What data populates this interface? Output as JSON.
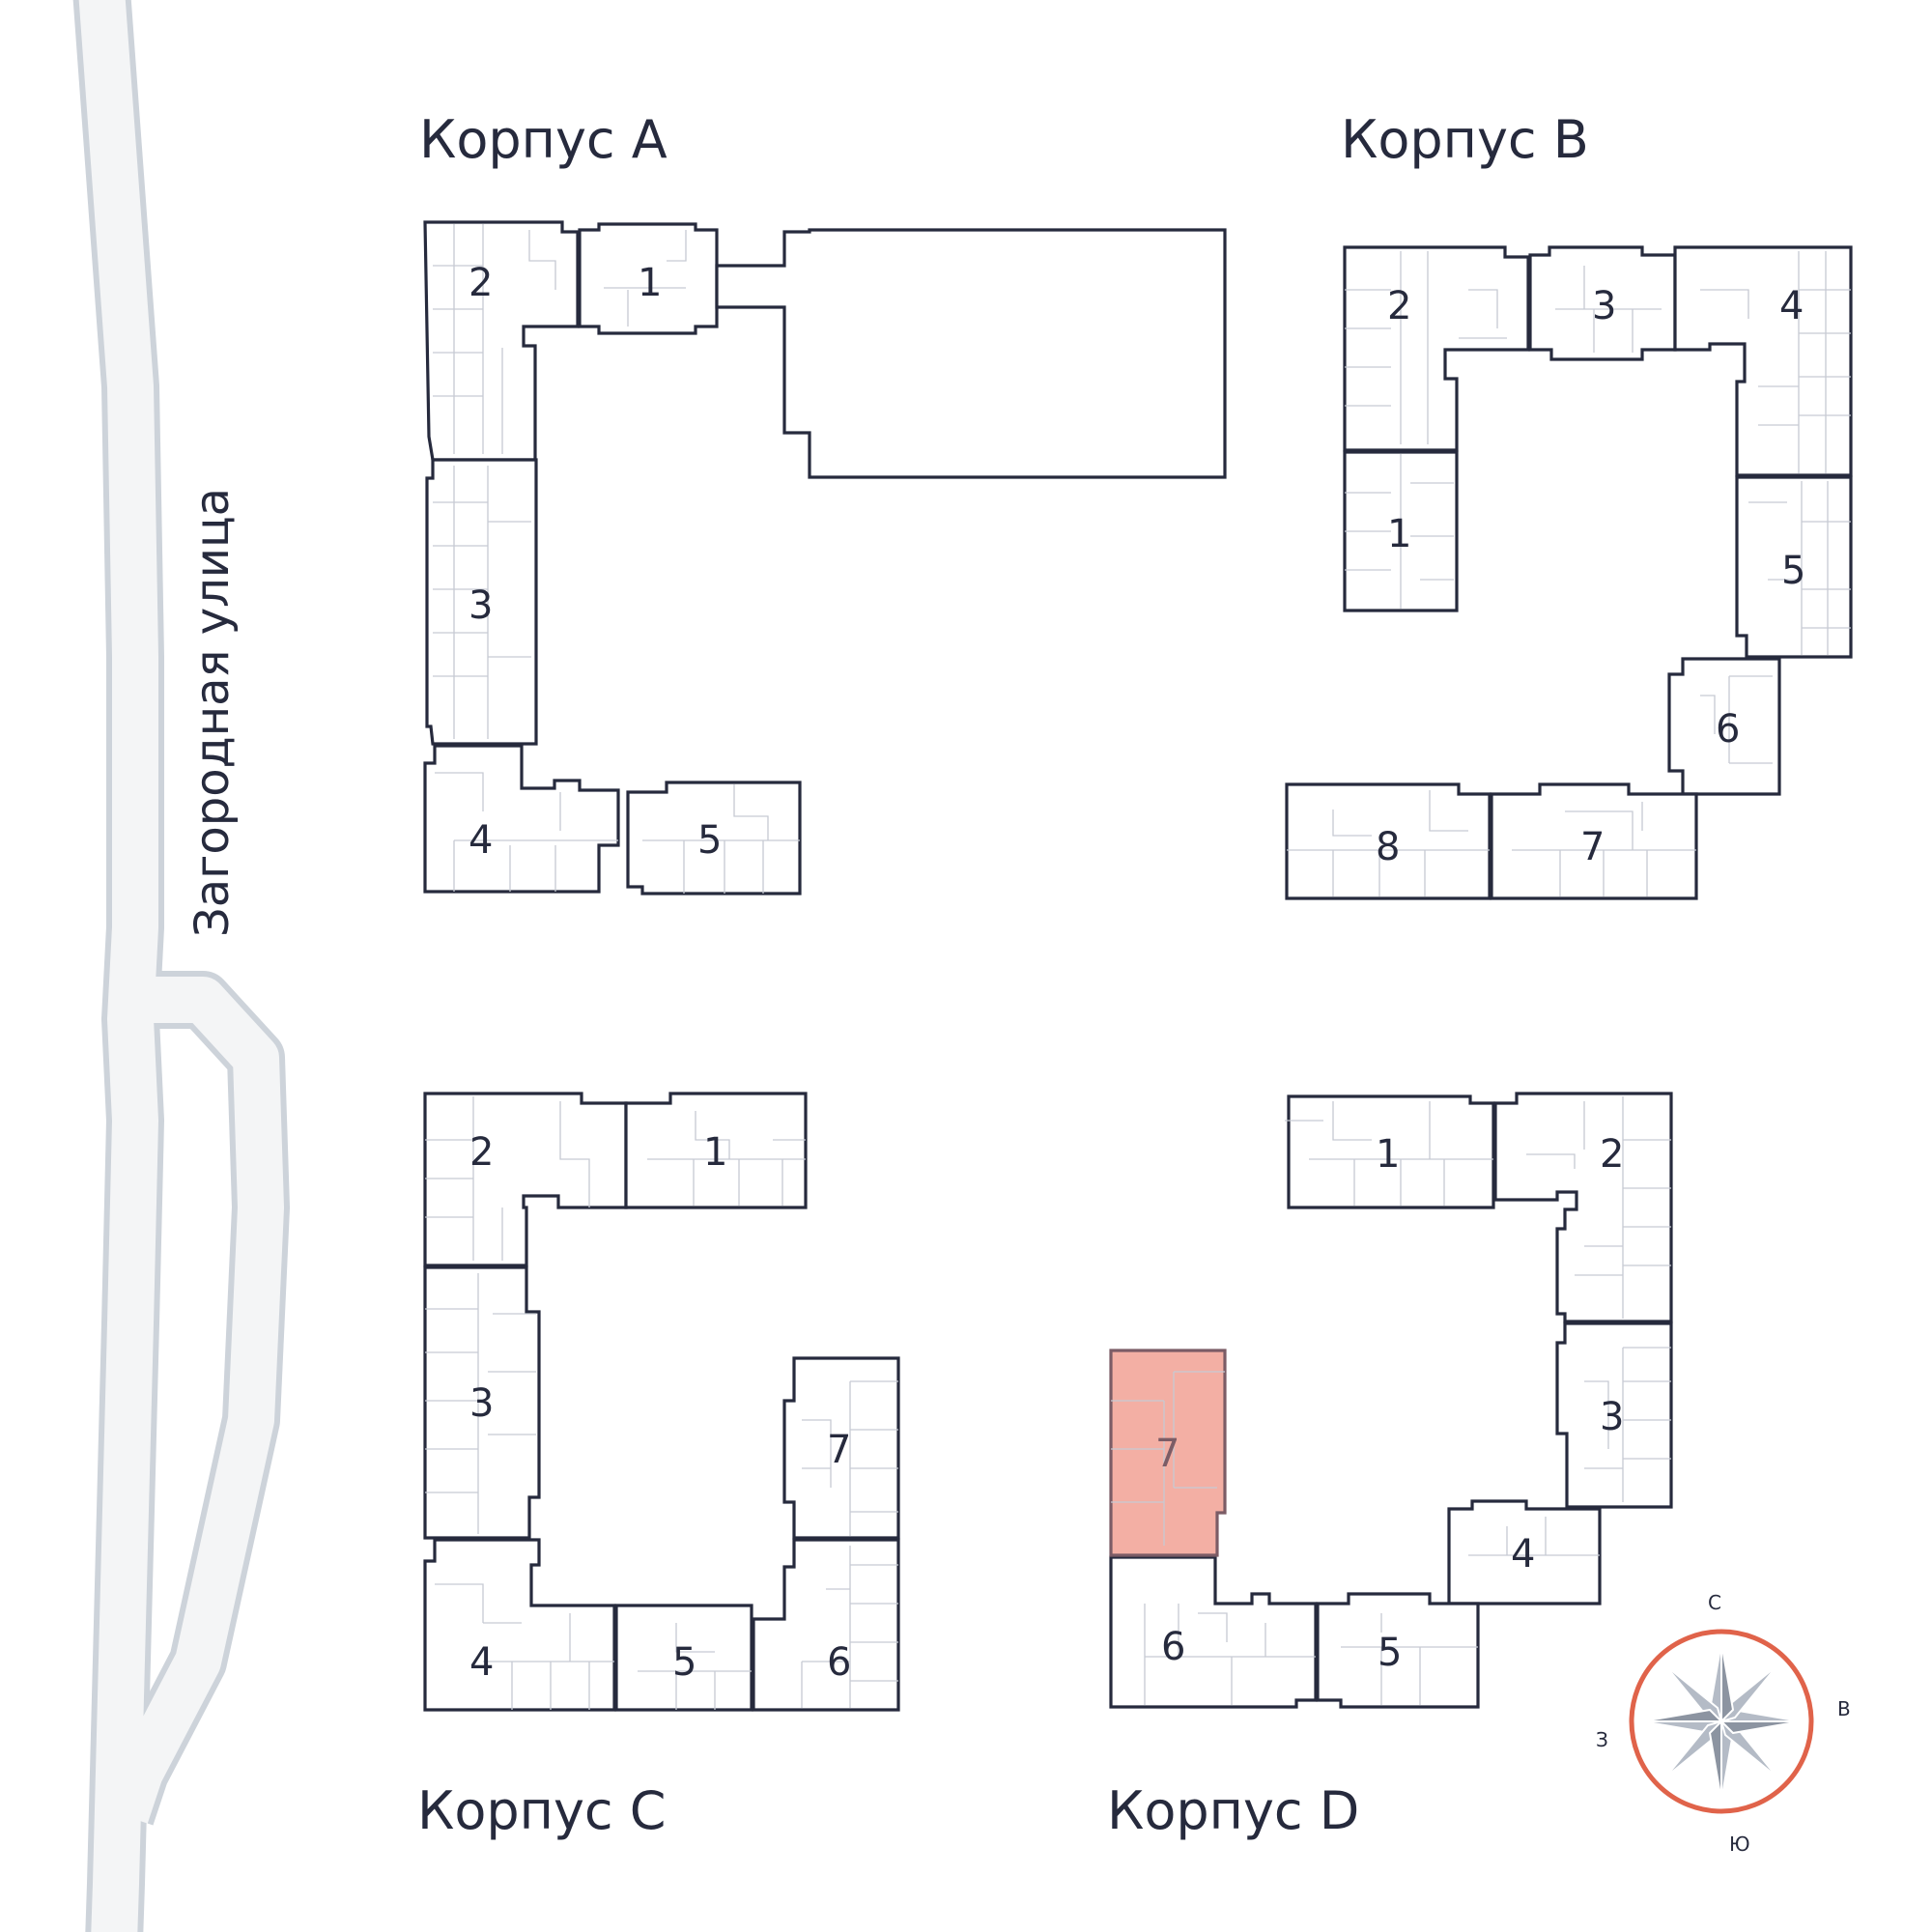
{
  "street": {
    "name": "Загородная улица"
  },
  "buildings": [
    {
      "id": "A",
      "label": "Корпус A",
      "sections": [
        "1",
        "2",
        "3",
        "4",
        "5"
      ]
    },
    {
      "id": "B",
      "label": "Корпус B",
      "sections": [
        "1",
        "2",
        "3",
        "4",
        "5",
        "6",
        "7",
        "8"
      ]
    },
    {
      "id": "C",
      "label": "Корпус C",
      "sections": [
        "1",
        "2",
        "3",
        "4",
        "5",
        "6",
        "7"
      ]
    },
    {
      "id": "D",
      "label": "Корпус D",
      "sections": [
        "1",
        "2",
        "3",
        "4",
        "5",
        "6",
        "7"
      ],
      "selected_section": "7"
    }
  ],
  "compass": {
    "north": "С",
    "east": "В",
    "south": "Ю",
    "west": "З",
    "ring_color": "#e0634a",
    "star_color": "#b4bbc6"
  },
  "colors": {
    "outline": "#262a3d",
    "selected_fill": "#f3afa4",
    "road": "#cdd3da"
  }
}
